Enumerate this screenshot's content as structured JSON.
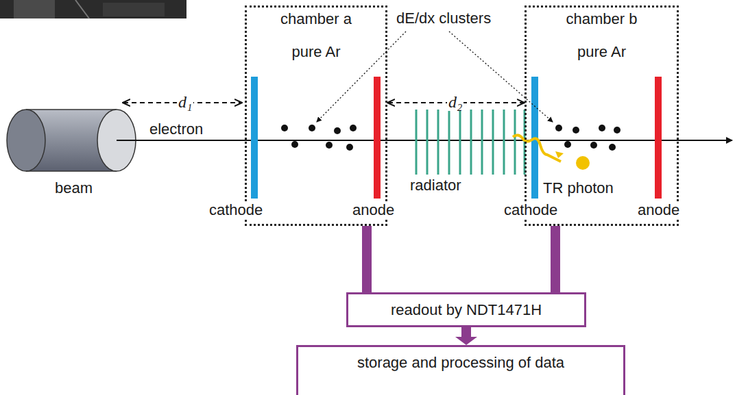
{
  "diagram": {
    "nodes": [
      {
        "text": [
          "chamber a",
          "pure Ar"
        ]
      },
      {
        "text": [
          "chamber b",
          "pure Ar"
        ]
      },
      {
        "text": [
          "readout by NDT1471H"
        ]
      },
      {
        "text": [
          "storage and processing of data"
        ]
      }
    ],
    "edges": [
      {
        "from": 0,
        "to": 2,
        "arrow": "none"
      },
      {
        "from": 1,
        "to": 2,
        "arrow": "none"
      },
      {
        "from": 2,
        "to": 3,
        "arrow": "to"
      }
    ],
    "labels": [
      "d₁",
      "electron",
      "beam",
      "dE/dx clusters",
      "cathode",
      "anode",
      "d₂",
      "radiator",
      "TR photon",
      "cathode",
      "anode"
    ]
  }
}
